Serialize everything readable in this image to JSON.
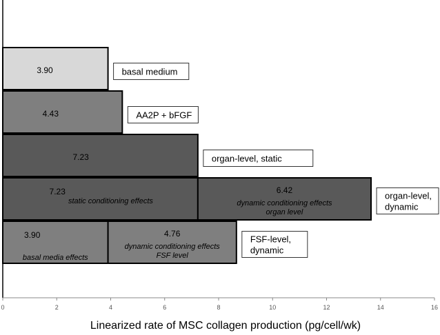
{
  "chart_data": {
    "type": "bar",
    "orientation": "horizontal",
    "stacked": true,
    "xlabel": "Linearized rate of MSC collagen production (pg/cell/wk)",
    "xlim": [
      0,
      16
    ],
    "xticks": [
      "0",
      "2",
      "4",
      "6",
      "8",
      "10",
      "12",
      "14",
      "16"
    ],
    "grid": false,
    "colors": {
      "light": "#d8d8d8",
      "medium": "#7f7f7f",
      "dark": "#595959",
      "border": "#000000"
    },
    "bars": [
      {
        "category": "basal medium",
        "segments": [
          {
            "value": 3.9,
            "label": "3.90",
            "note": [],
            "color": "light"
          }
        ]
      },
      {
        "category": "AA2P + bFGF",
        "segments": [
          {
            "value": 4.43,
            "label": "4.43",
            "note": [],
            "color": "medium"
          }
        ]
      },
      {
        "category": "organ-level, static",
        "segments": [
          {
            "value": 7.23,
            "label": "7.23",
            "note": [],
            "color": "dark"
          }
        ]
      },
      {
        "category": "organ-level, dynamic",
        "segments": [
          {
            "value": 7.23,
            "label": "7.23",
            "note": [
              "static conditioning effects"
            ],
            "color": "dark"
          },
          {
            "value": 6.42,
            "label": "6.42",
            "note": [
              "dynamic conditioning effects",
              "organ level"
            ],
            "color": "dark"
          }
        ]
      },
      {
        "category": "FSF-level, dynamic",
        "segments": [
          {
            "value": 3.9,
            "label": "3.90",
            "note": [
              "basal media effects"
            ],
            "color": "medium"
          },
          {
            "value": 4.76,
            "label": "4.76",
            "note": [
              "dynamic conditioning effects",
              "FSF level"
            ],
            "color": "medium"
          }
        ]
      }
    ]
  }
}
